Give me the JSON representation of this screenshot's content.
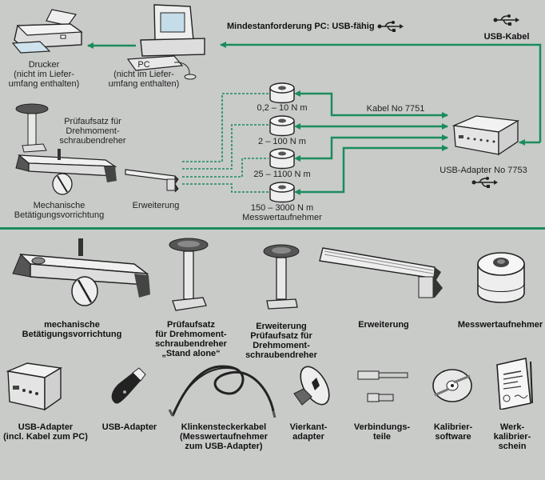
{
  "accent_color": "#1a8c5c",
  "background_color": "#c9cbc9",
  "system_diagram": {
    "printer": {
      "icon": "printer-icon",
      "label": "Drucker\n(nicht im Liefer-\numfang enthalten)"
    },
    "pc": {
      "icon": "desktop-computer-icon",
      "label": "PC\n(nicht im Liefer-\numfang enthalten)"
    },
    "pc_requirement": {
      "label": "Mindestanforderung PC: USB-fähig",
      "icon": "usb-icon"
    },
    "usb_cable": {
      "label": "USB-Kabel",
      "icon": "usb-icon"
    },
    "cable_label": "Kabel No 7751",
    "usb_adapter": {
      "icon": "usb-adapter-box-icon",
      "label": "USB-Adapter No 7753",
      "usb_icon": "usb-icon"
    },
    "sensors": [
      {
        "range": "0,2 – 10 N m"
      },
      {
        "range": "2 – 100 N m"
      },
      {
        "range": "25 – 1100 N m"
      },
      {
        "range": "150 – 3000 N m"
      }
    ],
    "sensors_caption": "Messwertaufnehmer",
    "test_attachment_label": "Prüfaufsatz für\nDrehmoment-\nschraubendreher",
    "mechanical_label": "Mechanische\nBetätigungsvorrichtung",
    "extension_label": "Erweiterung"
  },
  "components_row1": [
    {
      "icon": "mechanical-actuator-icon",
      "label": "mechanische\nBetätigungsvorrichtung"
    },
    {
      "icon": "test-attachment-icon",
      "label": "Prüfaufsatz\nfür Drehmoment-\nschraubendreher\n„Stand alone“"
    },
    {
      "icon": "test-attachment-extension-icon",
      "label": "Erweiterung\nPrüfaufsatz für\nDrehmoment-\nschraubendreher"
    },
    {
      "icon": "rail-extension-icon",
      "label": "Erweiterung"
    },
    {
      "icon": "torque-sensor-icon",
      "label": "Messwertaufnehmer"
    }
  ],
  "components_row2": [
    {
      "icon": "usb-adapter-box-icon",
      "label": "USB-Adapter\n(incl. Kabel zum PC)"
    },
    {
      "icon": "usb-stick-icon",
      "label": "USB-Adapter"
    },
    {
      "icon": "jack-cable-icon",
      "label": "Klinkensteckerkabel\n(Messwertaufnehmer\nzum USB-Adapter)"
    },
    {
      "icon": "square-adapter-icon",
      "label": "Vierkant-\nadapter"
    },
    {
      "icon": "connector-parts-icon",
      "label": "Verbindungs-\nteile"
    },
    {
      "icon": "cd-software-icon",
      "label": "Kalibrier-\nsoftware"
    },
    {
      "icon": "certificate-document-icon",
      "label": "Werk-\nkalibrier-\nschein"
    }
  ]
}
